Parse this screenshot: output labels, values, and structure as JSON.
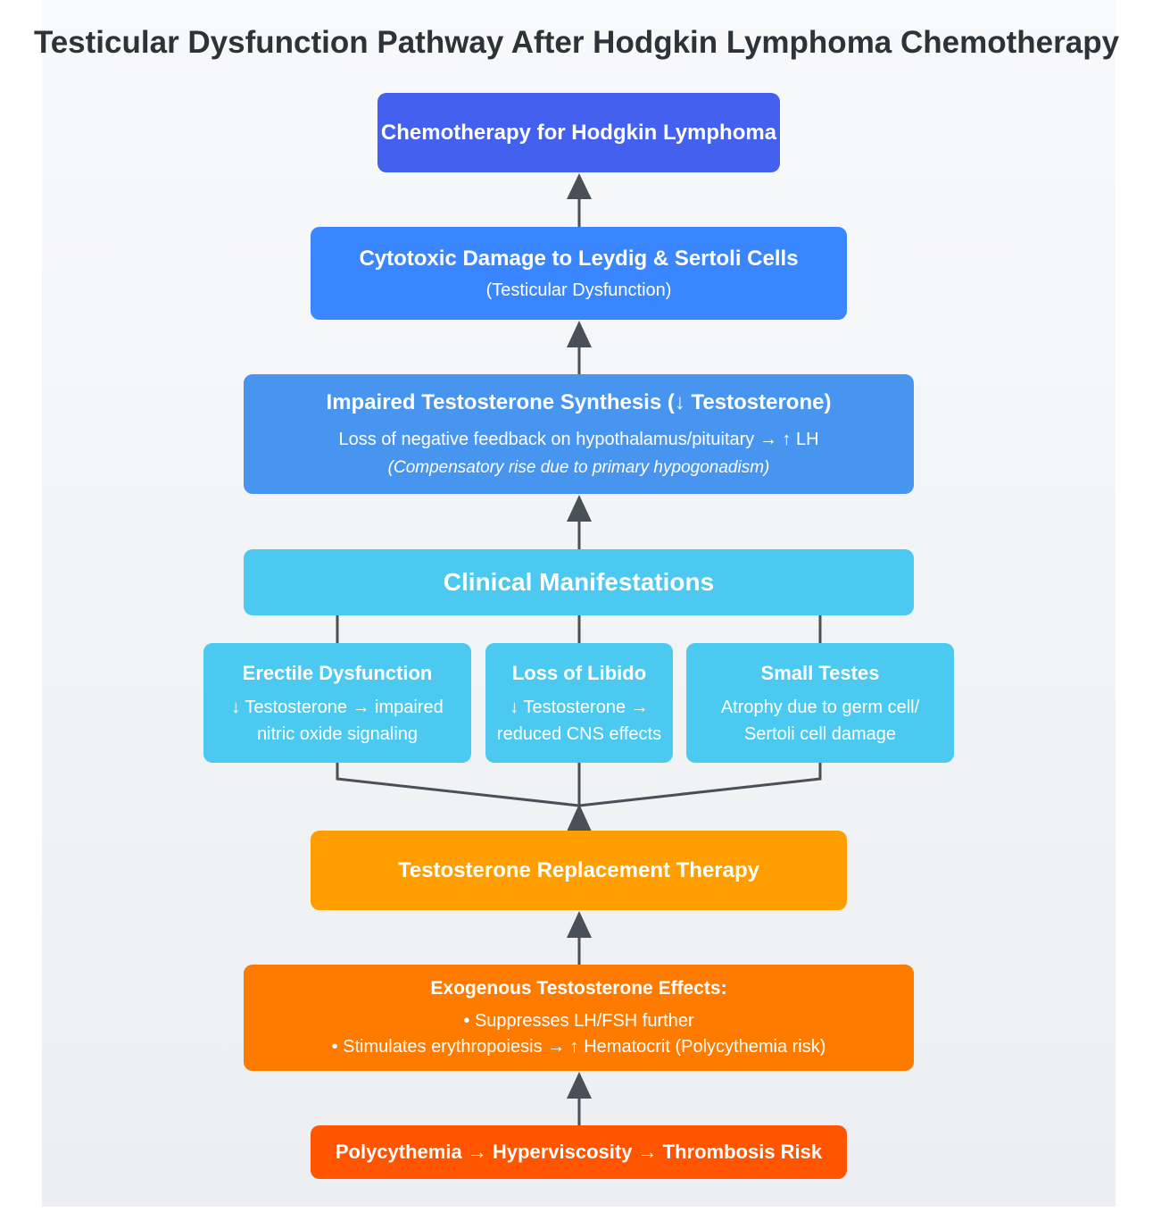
{
  "title": "Testicular Dysfunction Pathway After Hodgkin Lymphoma Chemotherapy",
  "nodes": {
    "chemo": {
      "title": "Chemotherapy for Hodgkin Lymphoma"
    },
    "damage": {
      "title": "Cytotoxic Damage to Leydig & Sertoli Cells",
      "sub": "(Testicular Dysfunction)"
    },
    "impaired": {
      "title": "Impaired Testosterone Synthesis (↓ Testosterone)",
      "line": "Loss of negative feedback on hypothalamus/pituitary → ↑ LH",
      "note": "(Compensatory rise due to primary hypogonadism)"
    },
    "clinical": {
      "title": "Clinical Manifestations"
    },
    "ed": {
      "title": "Erectile Dysfunction",
      "lines": [
        "↓ Testosterone → impaired",
        "nitric oxide signaling"
      ]
    },
    "libido": {
      "title": "Loss of Libido",
      "lines": [
        "↓ Testosterone →",
        "reduced CNS effects"
      ]
    },
    "testes": {
      "title": "Small Testes",
      "lines": [
        "Atrophy due to germ cell/",
        "Sertoli cell damage"
      ]
    },
    "trt": {
      "title": "Testosterone Replacement Therapy"
    },
    "exo": {
      "title": "Exogenous Testosterone Effects:",
      "lines": [
        "• Suppresses LH/FSH further",
        "• Stimulates erythropoiesis → ↑ Hematocrit (Polycythemia risk)"
      ]
    },
    "poly": {
      "title": "Polycythemia → Hyperviscosity → Thrombosis Risk"
    }
  },
  "colors": {
    "chemo": "#4361ee",
    "damage": "#3a86ff",
    "impaired": "#4895ef",
    "clinical": "#4cc9f0",
    "trt": "#ff9e00",
    "exo": "#ff7b00",
    "poly": "#ff5400",
    "edge": "#495057"
  }
}
